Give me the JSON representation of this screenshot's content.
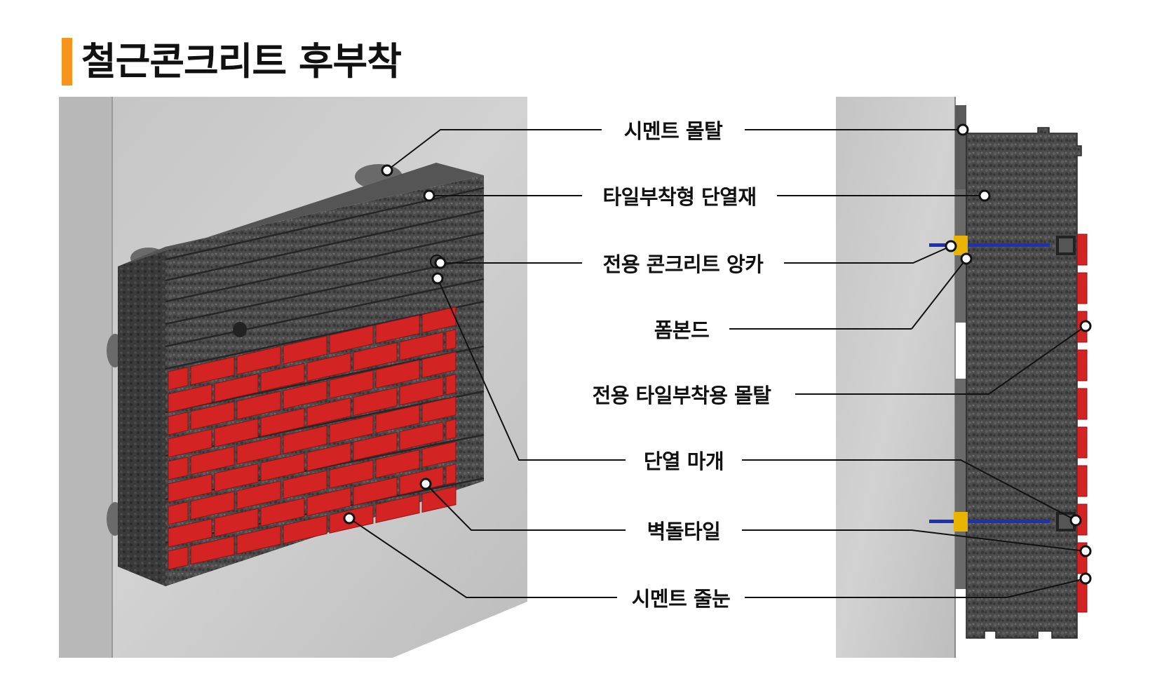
{
  "title": "철근콘크리트 후부착",
  "colors": {
    "accent": "#f7941d",
    "brick": "#d32323",
    "concrete": "#c9c9c9",
    "insulation": "#4a4a4a",
    "anchor_blue": "#1c2fbf",
    "foam_yellow": "#e8b400"
  },
  "labels": [
    {
      "id": "cement-mortar",
      "text": "시멘트 몰탈"
    },
    {
      "id": "insulation",
      "text": "타일부착형 단열재"
    },
    {
      "id": "anchor",
      "text": "전용 콘크리트 앙카"
    },
    {
      "id": "foam-bond",
      "text": "폼본드"
    },
    {
      "id": "tile-mortar",
      "text": "전용 타일부착용 몰탈"
    },
    {
      "id": "insulation-cap",
      "text": "단열 마개"
    },
    {
      "id": "brick-tile",
      "text": "벽돌타일"
    },
    {
      "id": "cement-joint",
      "text": "시멘트 줄눈"
    }
  ]
}
